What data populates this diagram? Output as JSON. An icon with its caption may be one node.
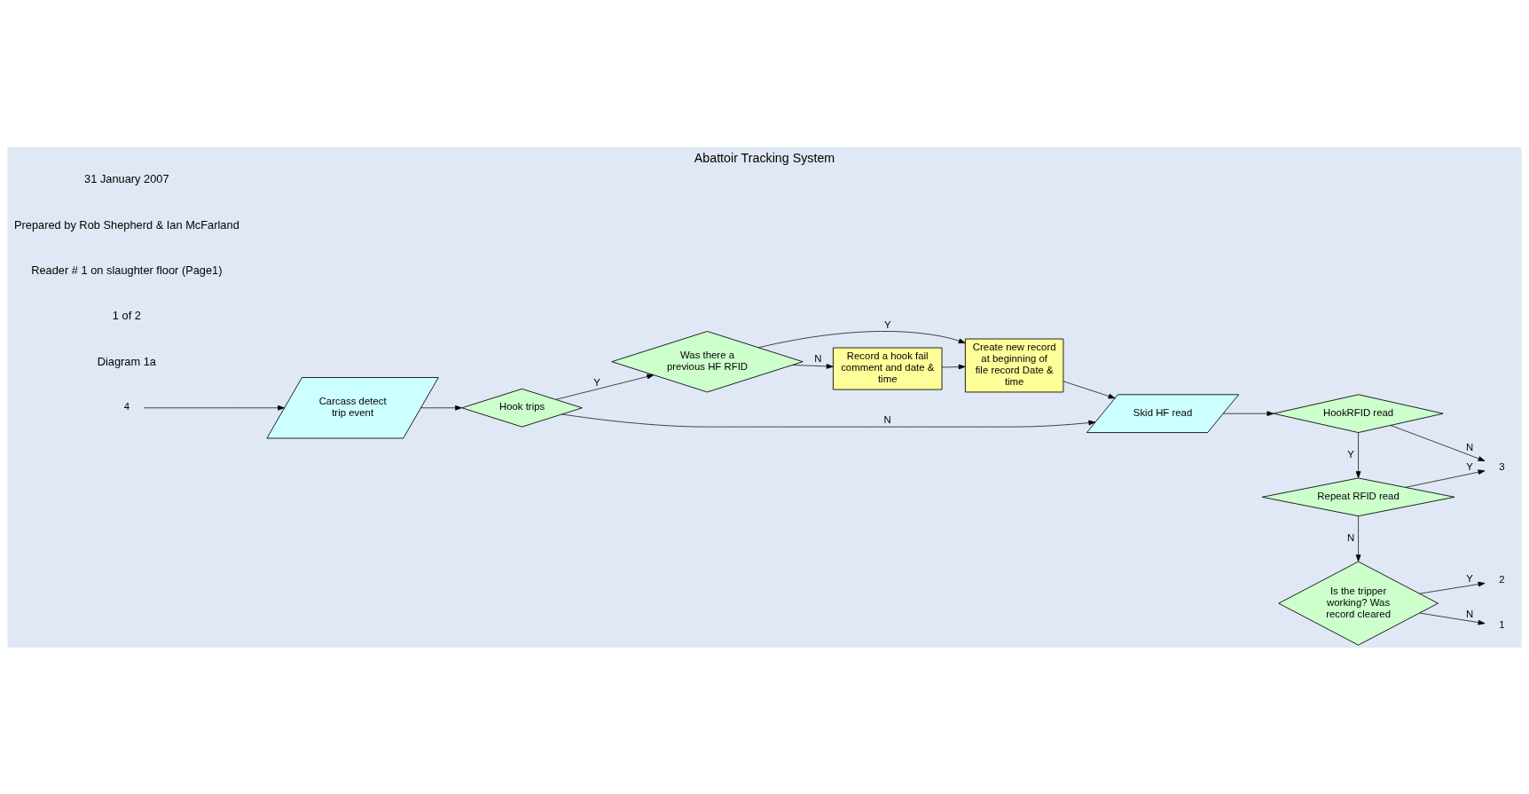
{
  "diagram": {
    "title": "Abattoir Tracking System",
    "nodes": [
      {
        "text": [
          "Carcass detect trip event"
        ]
      },
      {
        "text": [
          "Hook trips"
        ]
      },
      {
        "text": [
          "Was there a previous HF RFID"
        ]
      },
      {
        "text": [
          "Record a hook fail comment and date & time"
        ]
      },
      {
        "text": [
          "Create new record at beginning of file record Date & time"
        ]
      },
      {
        "text": [
          "Skid HF read"
        ]
      },
      {
        "text": [
          "HookRFID read"
        ]
      },
      {
        "text": [
          "Repeat RFID read"
        ]
      },
      {
        "text": [
          "Is the tripper working? Was record cleared"
        ]
      },
      {
        "text": [
          "1"
        ]
      },
      {
        "text": [
          "2"
        ]
      },
      {
        "text": [
          "3"
        ]
      },
      {
        "text": [
          "4"
        ]
      }
    ],
    "edges": [
      {
        "from": 0,
        "to": 1,
        "arrow": "to"
      },
      {
        "from": 1,
        "to": 2,
        "arrow": "to",
        "label": "Y"
      },
      {
        "from": 1,
        "to": 5,
        "arrow": "to",
        "label": "N"
      },
      {
        "from": 2,
        "to": 3,
        "arrow": "to",
        "label": "N"
      },
      {
        "from": 2,
        "to": 4,
        "arrow": "to",
        "label": "Y"
      },
      {
        "from": 3,
        "to": 4,
        "arrow": "to"
      },
      {
        "from": 4,
        "to": 5,
        "arrow": "to"
      },
      {
        "from": 5,
        "to": 6,
        "arrow": "to"
      },
      {
        "from": 6,
        "to": 7,
        "arrow": "to",
        "label": "Y"
      },
      {
        "from": 6,
        "to": 11,
        "arrow": "to",
        "label": "N"
      },
      {
        "from": 7,
        "to": 8,
        "arrow": "to",
        "label": "N"
      },
      {
        "from": 7,
        "to": 11,
        "arrow": "to",
        "label": "Y"
      },
      {
        "from": 8,
        "to": 9,
        "arrow": "to",
        "label": "N"
      },
      {
        "from": 8,
        "to": 10,
        "arrow": "to",
        "label": "Y"
      },
      {
        "from": 12,
        "to": 0,
        "arrow": "to"
      }
    ],
    "labels": [
      "Diagram 1a",
      "1 of 2",
      "Reader # 1 on slaughter floor (Page1)",
      "Prepared by Rob Shepherd & Ian McFarland",
      "31 January 2007"
    ]
  }
}
